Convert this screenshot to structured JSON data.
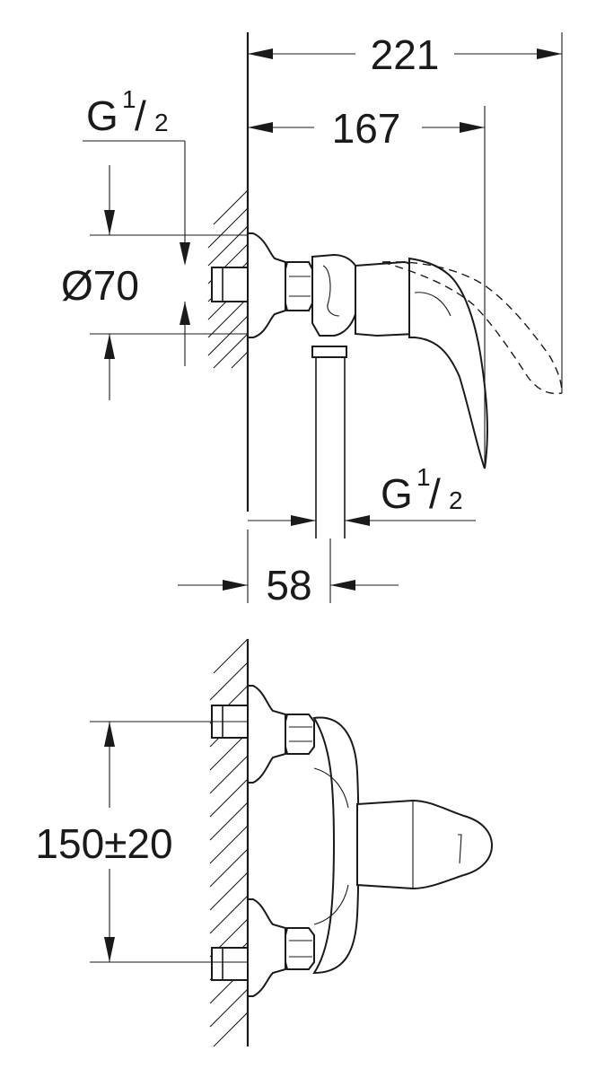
{
  "dimensions": {
    "overall_width": "221",
    "lever_depth": "167",
    "rosette_diameter": "Ø70",
    "outlet_offset": "58",
    "inlet_spacing": "150±20"
  },
  "thread_labels": {
    "inlet_thread": {
      "main": "G",
      "numerator": "1",
      "slash": "/",
      "denominator": "2"
    },
    "outlet_thread": {
      "main": "G",
      "numerator": "1",
      "slash": "/",
      "denominator": "2"
    }
  }
}
